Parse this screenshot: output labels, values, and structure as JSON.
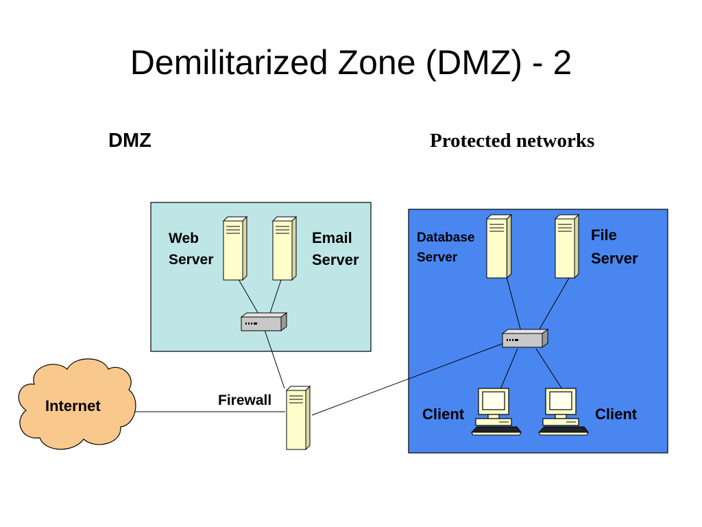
{
  "slide": {
    "title": "Demilitarized Zone (DMZ) - 2"
  },
  "zones": {
    "dmz": {
      "heading": "DMZ",
      "color": "#bfe6e6"
    },
    "protected": {
      "heading": "Protected networks",
      "color": "#4a86f0"
    }
  },
  "nodes": {
    "internet": {
      "label": "Internet",
      "icon": "cloud-icon",
      "color": "#f8c88c"
    },
    "firewall": {
      "label": "Firewall",
      "icon": "server-tower-icon"
    },
    "web_server": {
      "line1": "Web",
      "line2": "Server",
      "icon": "server-tower-icon"
    },
    "email_server": {
      "line1": "Email",
      "line2": "Server",
      "icon": "server-tower-icon"
    },
    "database_server": {
      "line1": "Database",
      "line2": "Server",
      "icon": "server-tower-icon"
    },
    "file_server": {
      "line1": "File",
      "line2": "Server",
      "icon": "server-tower-icon"
    },
    "client_left": {
      "label": "Client",
      "icon": "desktop-computer-icon"
    },
    "client_right": {
      "label": "Client",
      "icon": "desktop-computer-icon"
    },
    "dmz_hub": {
      "icon": "network-hub-icon"
    },
    "protected_hub": {
      "icon": "network-hub-icon"
    }
  },
  "colors": {
    "server": "#ffffcc",
    "hub": "#c8c8c8",
    "line": "#000000"
  }
}
